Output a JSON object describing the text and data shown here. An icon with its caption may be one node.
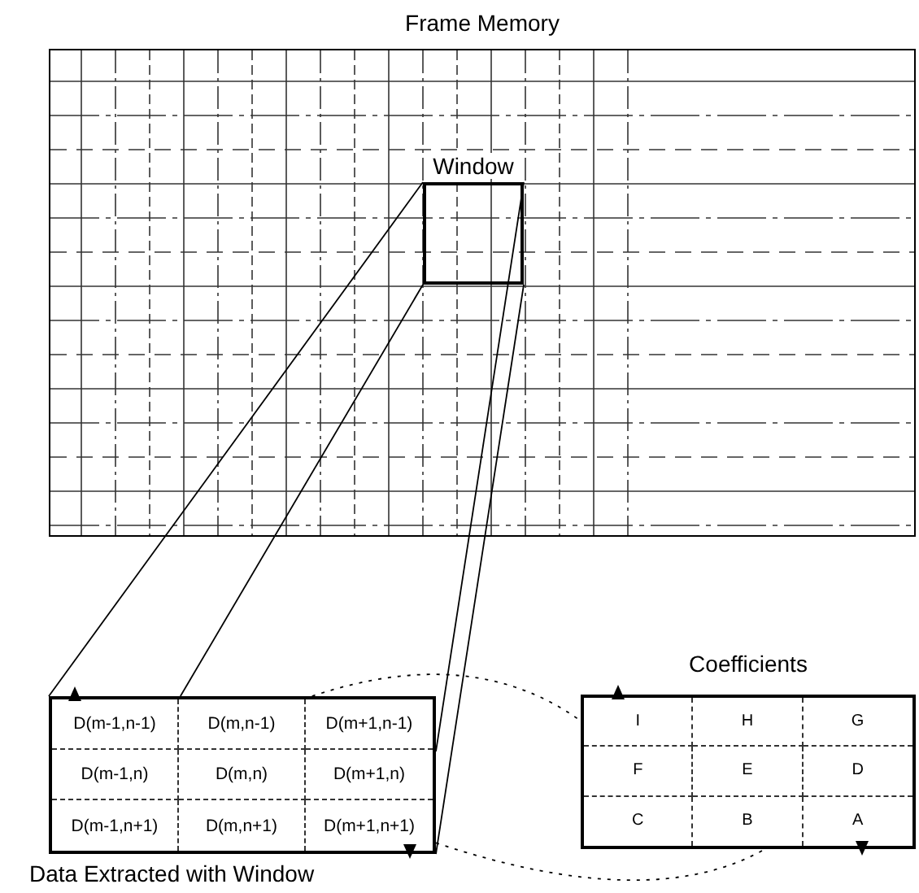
{
  "diagram": {
    "nodes": [
      {
        "text": [
          "Frame Memory"
        ]
      },
      {
        "text": [
          "Window"
        ],
        "in": 0
      },
      {
        "text": [
          "Data Extracted with Window"
        ]
      },
      {
        "text": [
          "D(m-1,n-1)"
        ],
        "in": 2
      },
      {
        "text": [
          "D(m,n-1)"
        ],
        "in": 2
      },
      {
        "text": [
          "D(m+1,n-1)"
        ],
        "in": 2
      },
      {
        "text": [
          "D(m-1,n)"
        ],
        "in": 2
      },
      {
        "text": [
          "D(m,n)"
        ],
        "in": 2
      },
      {
        "text": [
          "D(m+1,n)"
        ],
        "in": 2
      },
      {
        "text": [
          "D(m-1,n+1)"
        ],
        "in": 2
      },
      {
        "text": [
          "D(m,n+1)"
        ],
        "in": 2
      },
      {
        "text": [
          "D(m+1,n+1)"
        ],
        "in": 2
      },
      {
        "text": [
          "Coefficients"
        ]
      },
      {
        "text": [
          "I"
        ],
        "in": 12
      },
      {
        "text": [
          "H"
        ],
        "in": 12
      },
      {
        "text": [
          "G"
        ],
        "in": 12
      },
      {
        "text": [
          "F"
        ],
        "in": 12
      },
      {
        "text": [
          "E"
        ],
        "in": 12
      },
      {
        "text": [
          "D"
        ],
        "in": 12
      },
      {
        "text": [
          "C"
        ],
        "in": 12
      },
      {
        "text": [
          "B"
        ],
        "in": 12
      },
      {
        "text": [
          "A"
        ],
        "in": 12
      }
    ],
    "edges": [
      {
        "from": 1,
        "to": 2,
        "arrow": "none"
      },
      {
        "from": 1,
        "to": 2,
        "arrow": "none"
      },
      {
        "from": 1,
        "to": 2,
        "arrow": "none"
      },
      {
        "from": 1,
        "to": 2,
        "arrow": "none"
      },
      {
        "from": 2,
        "to": 12,
        "arrow": "none",
        "style": "dashed"
      },
      {
        "from": 2,
        "to": 12,
        "arrow": "none",
        "style": "dashed"
      }
    ]
  }
}
